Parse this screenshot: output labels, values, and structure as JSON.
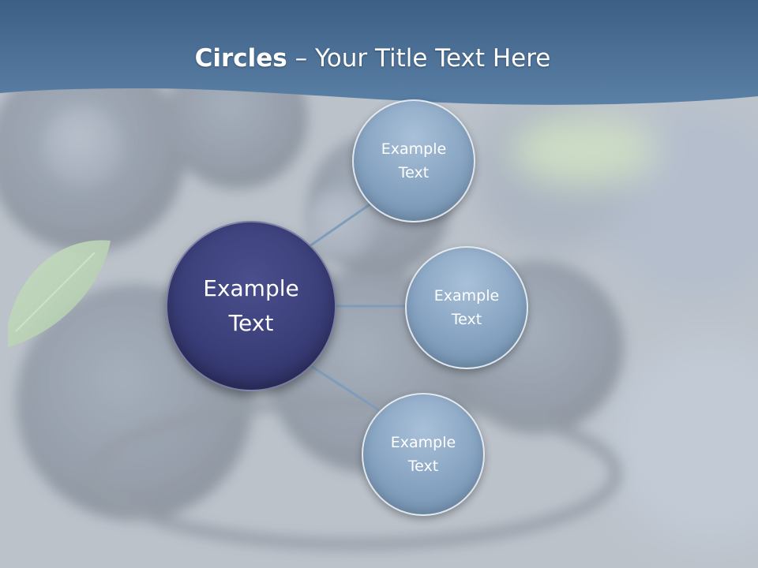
{
  "slide": {
    "title_bold": "Circles",
    "title_rest": " – Your Title Text Here"
  },
  "diagram": {
    "center": {
      "label_line1": "Example",
      "label_line2": "Text"
    },
    "nodes": [
      {
        "label_line1": "Example",
        "label_line2": "Text"
      },
      {
        "label_line1": "Example",
        "label_line2": "Text"
      },
      {
        "label_line1": "Example",
        "label_line2": "Text"
      }
    ]
  },
  "colors": {
    "header_band": "#4a6e93",
    "center_circle": "#3a3e78",
    "small_circle": "#86a3c1",
    "connector": "#7f9dbb",
    "background": "#c9cdd3"
  }
}
